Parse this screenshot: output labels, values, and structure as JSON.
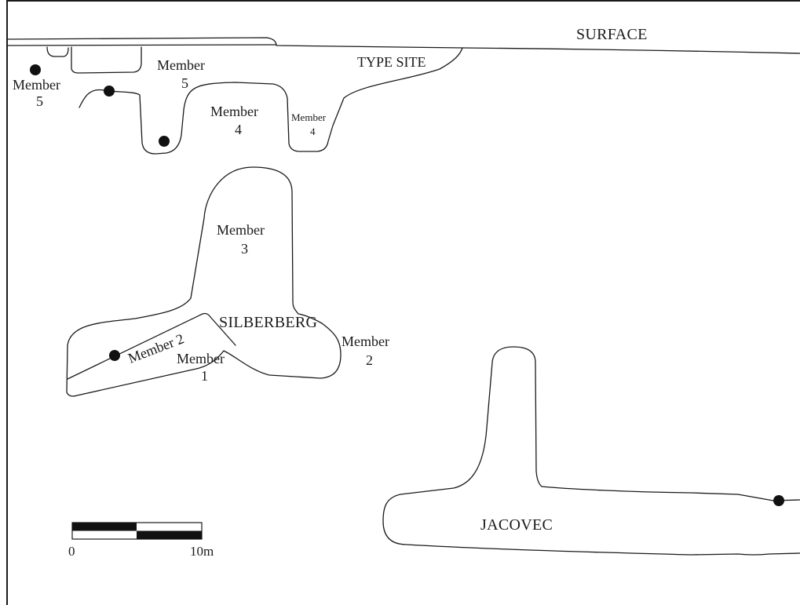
{
  "labels": {
    "surface": "SURFACE",
    "type_site": "TYPE SITE",
    "silberberg": "SILBERBERG",
    "jacovec": "JACOVEC",
    "member_word": "Member",
    "member_5_left_num": "5",
    "member_5_top_num": "5",
    "member_4_num": "4",
    "member_4_small_num": "4",
    "member_3_num": "3",
    "member_2_diag": "Member 2",
    "member_1_num": "1",
    "member_2_right_num": "2"
  },
  "scale_bar": {
    "start_label": "0",
    "end_label": "10m"
  },
  "colors": {
    "stroke": "#1a1a1a",
    "dot": "#111111",
    "background": "#ffffff"
  }
}
